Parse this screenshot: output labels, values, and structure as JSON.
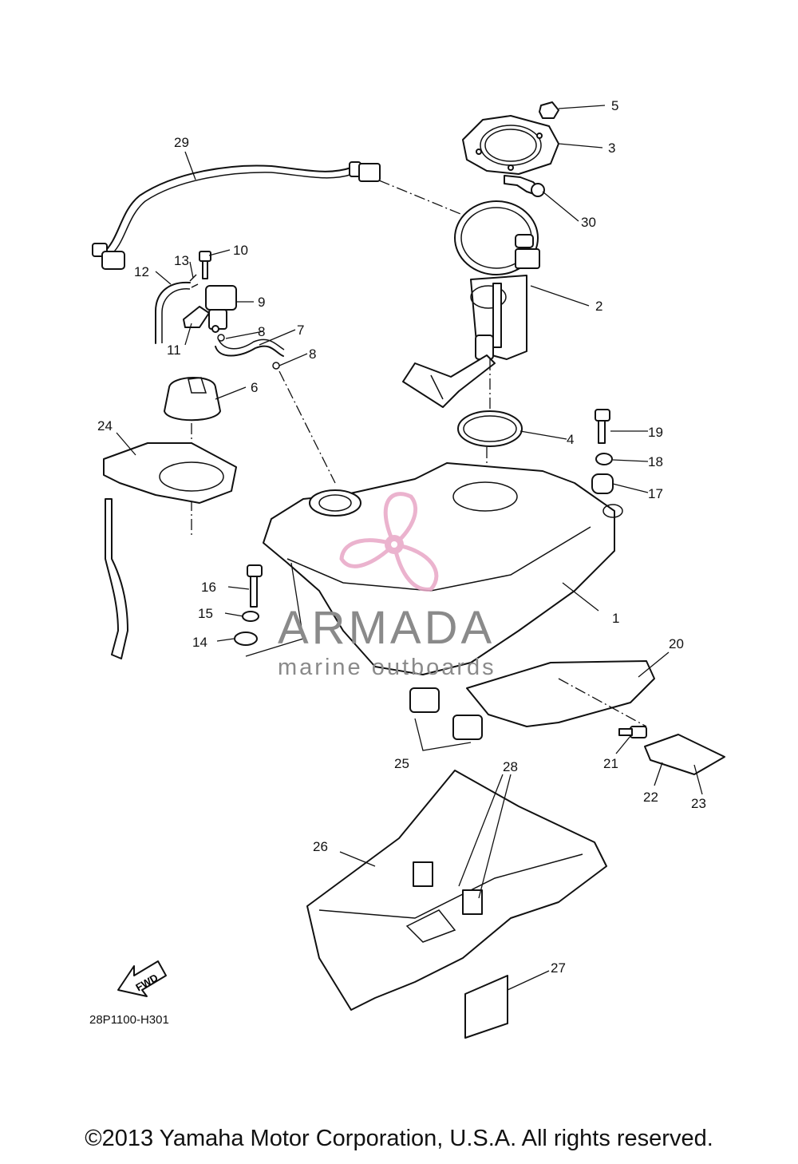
{
  "diagram": {
    "drawing_code": "28P1100-H301",
    "fwd_label": "FWD",
    "copyright": "©2013 Yamaha Motor Corporation, U.S.A. All rights reserved.",
    "watermark": {
      "brand": "ARMADA",
      "tagline": "marine outboards",
      "color": "#e8a6c6"
    },
    "callouts": [
      "1",
      "2",
      "3",
      "4",
      "5",
      "6",
      "7",
      "8",
      "8",
      "9",
      "10",
      "11",
      "12",
      "13",
      "14",
      "15",
      "16",
      "17",
      "18",
      "19",
      "20",
      "21",
      "22",
      "23",
      "24",
      "25",
      "26",
      "27",
      "28",
      "29",
      "30"
    ]
  }
}
